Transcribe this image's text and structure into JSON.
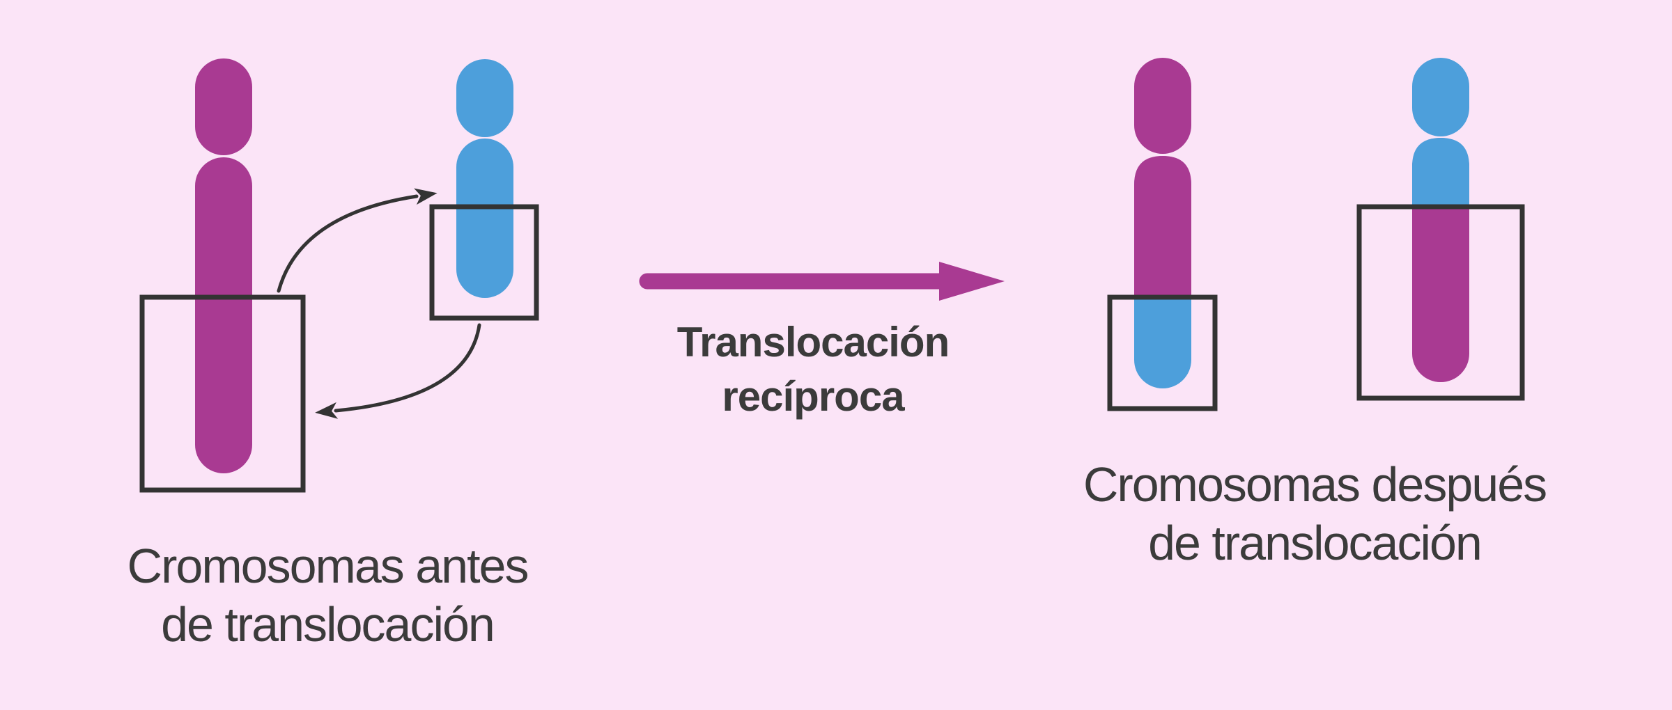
{
  "title": {
    "line1": "Translocación",
    "line2": "recíproca"
  },
  "labels": {
    "before": {
      "line1": "Cromosomas antes",
      "line2": "de translocación"
    },
    "after": {
      "line1": "Cromosomas después",
      "line2": "de translocación"
    }
  },
  "colors": {
    "background": "#FBE4F7",
    "magenta": "#A93A92",
    "blue": "#4D9FDB",
    "outline": "#333333",
    "arrow": "#333333",
    "text": "#3B3B3B"
  },
  "diagram": {
    "type": "reciprocal-translocation",
    "panels": [
      {
        "id": "before",
        "label": "Cromosomas antes de translocación",
        "chromosomes": [
          {
            "id": "chromosome-magenta",
            "color": "magenta",
            "boxed_segment": "lower long-arm segment"
          },
          {
            "id": "chromosome-blue",
            "color": "blue",
            "boxed_segment": "lower long-arm segment"
          }
        ],
        "exchange_arrows": 2
      },
      {
        "id": "after",
        "label": "Cromosomas después de translocación",
        "chromosomes": [
          {
            "id": "chromosome-magenta",
            "color": "magenta",
            "translocated_tip": "blue",
            "boxed_segment": "blue tip"
          },
          {
            "id": "chromosome-blue",
            "color": "blue",
            "translocated_tip": "magenta",
            "boxed_segment": "magenta tail"
          }
        ]
      }
    ]
  }
}
